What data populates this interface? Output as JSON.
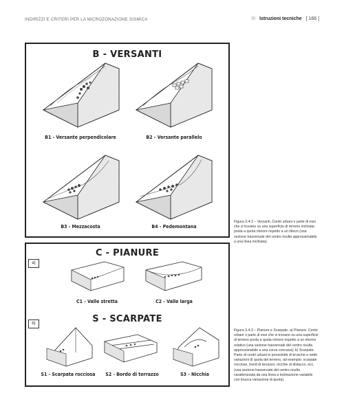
{
  "header": {
    "left": "INDIRIZZI E CRITERI PER LA MICROZONAZIONE SISMICA",
    "divider": "III",
    "section": "Istruzioni tecniche",
    "page": "[ 166 ]"
  },
  "figure1": {
    "title": "B - VERSANTI",
    "items": [
      {
        "label": "B1 - Versante perpendicolare"
      },
      {
        "label": "B2 - Versante parallelo"
      },
      {
        "label": "B3 - Mezzacosta"
      },
      {
        "label": "B4 - Pedemontana"
      }
    ],
    "caption": "Figura 3.4-2 – Versanti. Centri urbani o parte di essi che si trovano su una superficie di terreno inclinata posta a quota minore rispetto a un rilievo (una sezione trasversale del centro risulta approssimabile a una linea inclinata)."
  },
  "figure2": {
    "tag_a": "a)",
    "tag_b": "b)",
    "title_c": "C - PIANURE",
    "title_s": "S - SCARPATE",
    "items_c": [
      {
        "label": "C1 - Valle stretta"
      },
      {
        "label": "C2 - Valle larga"
      }
    ],
    "items_s": [
      {
        "label": "S1 - Scarpata rocciosa"
      },
      {
        "label": "S2 - Bordo di terrazzo"
      },
      {
        "label": "S3 - Nicchia"
      }
    ],
    "caption": "Figura 3.4-3 – Pianure e Scarpate. a) Pianure. Centri urbani o parte di essi che si trovano su una superficie di terreno posta a quota minore rispetto a un intorno relativo (una sezione trasversale del centro risulta approssimabile a una curva concava); b) Scarpate. Parte di centri urbani in prossimità di brusche e nette variazioni di quota del terreno, ad esempio: scarpate rocciose, bordi di terrazzo, nicchie di distacco, ecc. (una sezione trasversale del centro risulta caratterizzata da una linea a inclinazione variabile con brusca variazione di quota)."
  }
}
